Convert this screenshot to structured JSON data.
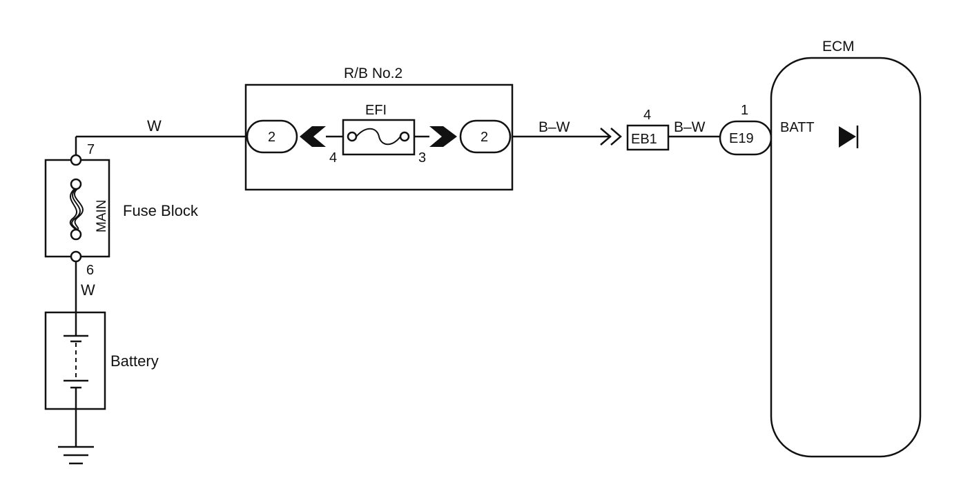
{
  "fuse_block": {
    "label": "Fuse Block",
    "fuse_name": "MAIN",
    "pin_top": "7",
    "pin_bottom": "6"
  },
  "battery": {
    "label": "Battery"
  },
  "wire_colors": {
    "fuse_to_rb": "W",
    "battery_to_fuse": "W",
    "rb_to_eb1": "B–W",
    "eb1_to_e19": "B–W"
  },
  "relay_block": {
    "label": "R/B No.2",
    "fuse_name": "EFI",
    "left_connector": "2",
    "right_connector": "2",
    "left_terminal": "4",
    "right_terminal": "3"
  },
  "junction_eb1": {
    "label": "EB1",
    "pin": "4"
  },
  "connector_e19": {
    "label": "E19",
    "pin": "1"
  },
  "ecm": {
    "label": "ECM",
    "terminal": "BATT"
  }
}
